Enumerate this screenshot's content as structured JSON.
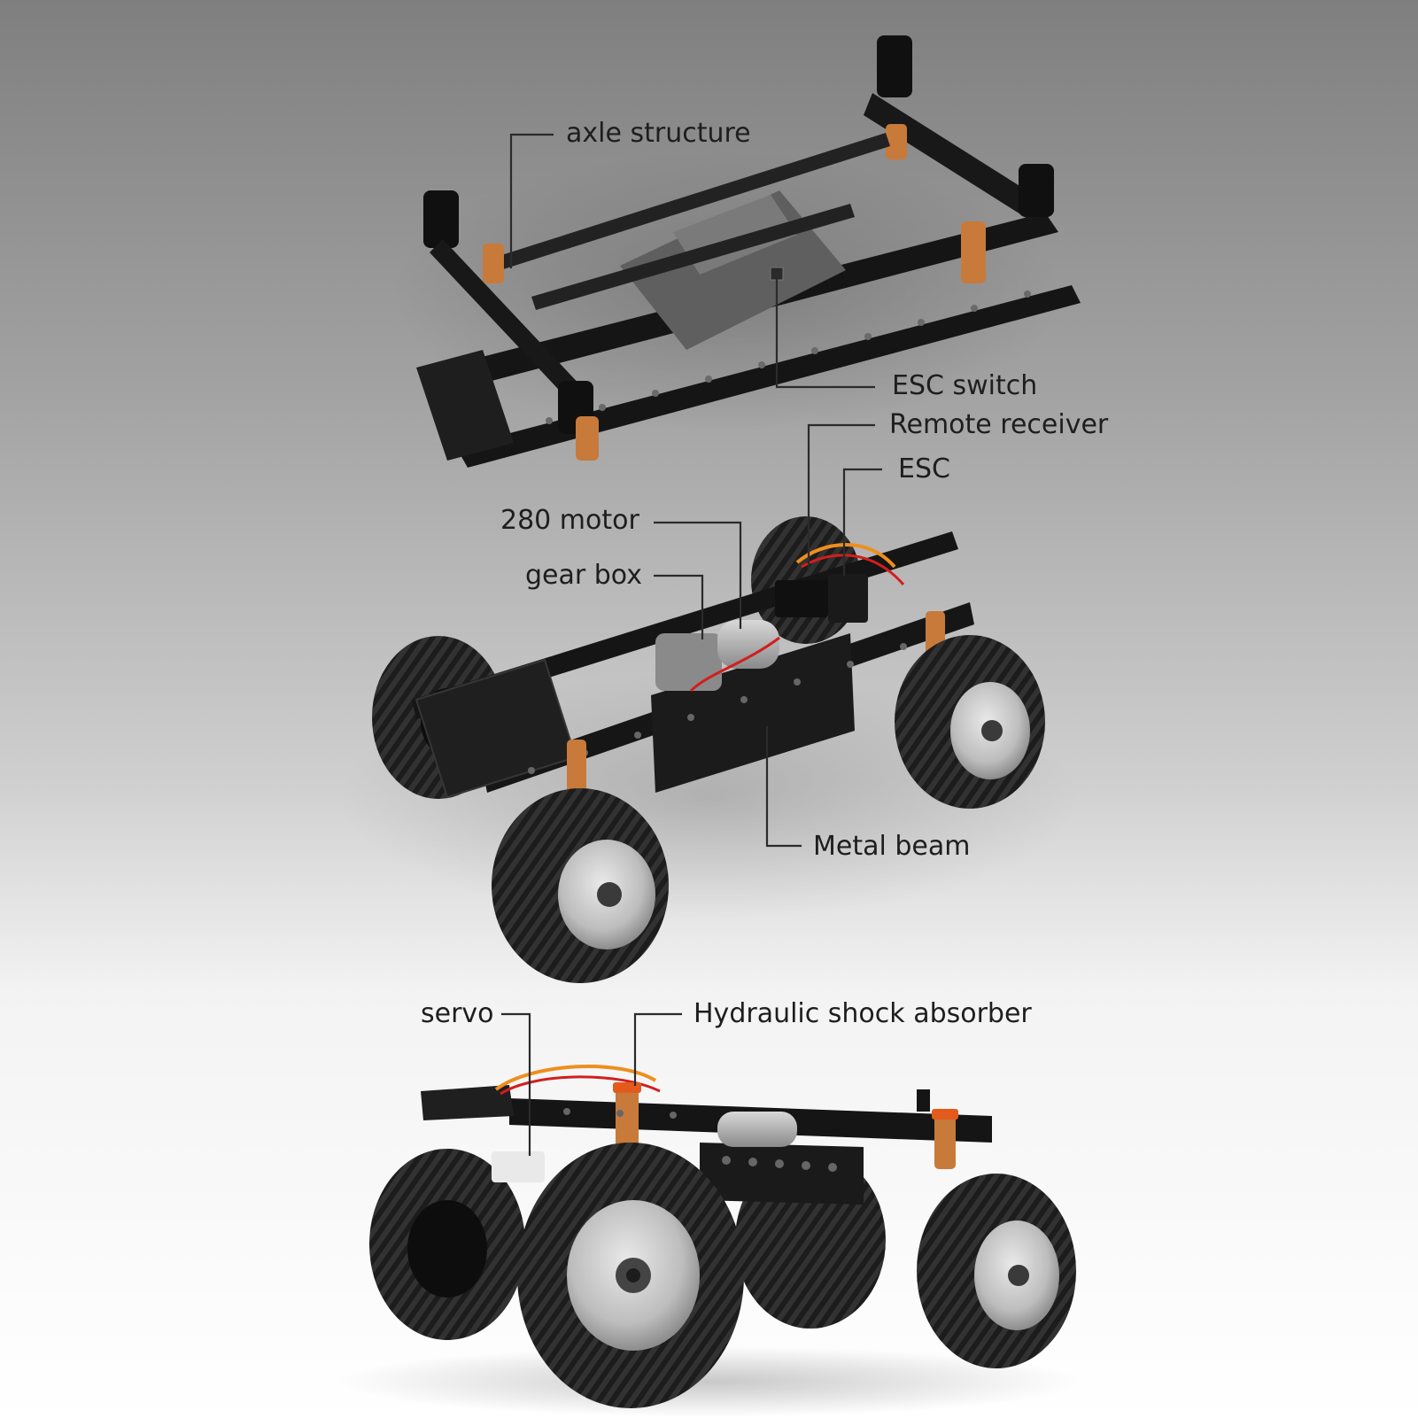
{
  "labels": {
    "axle_structure": "axle structure",
    "esc_switch": "ESC switch",
    "remote_receiver": "Remote receiver",
    "esc": "ESC",
    "motor_280": "280 motor",
    "gear_box": "gear box",
    "metal_beam": "Metal beam",
    "servo": "servo",
    "hydraulic_shock_absorber": "Hydraulic shock absorber"
  },
  "colors": {
    "background_top": "#7f7f7f",
    "background_bottom": "#ffffff",
    "chassis": "#151515",
    "tire": "#1c1c1c",
    "tire_tread": "#303030",
    "wheel_rim": "#c4c4c4",
    "shock_spring": "#c77a3a",
    "shock_cap": "#e25a1c",
    "battery_tray": "#6b6b6b",
    "wire_red": "#d21e1e",
    "wire_orange": "#ee8e1e",
    "leader_line": "#2b2b2b",
    "label_text": "#1e1e1e"
  },
  "icons": {
    "top_view": "chassis-top-view-icon",
    "angled_view": "chassis-angled-view-icon",
    "side_view": "chassis-side-view-icon"
  }
}
